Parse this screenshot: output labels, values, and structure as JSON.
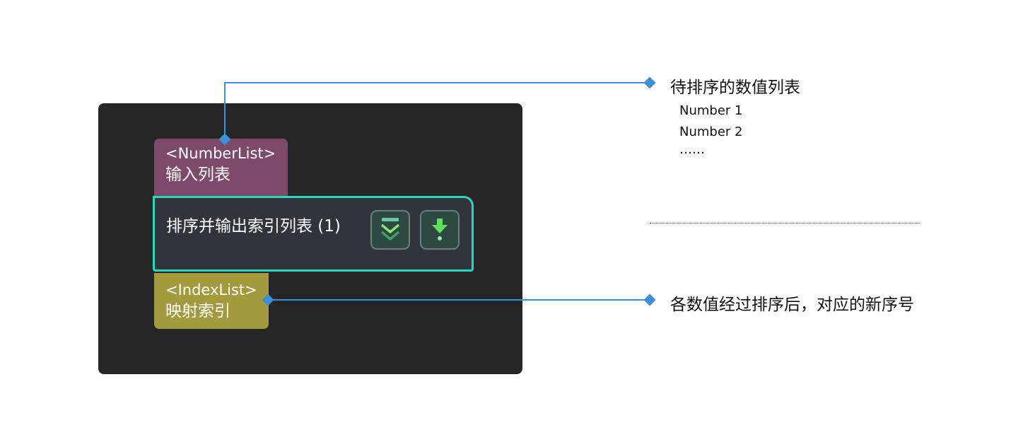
{
  "input_port": {
    "type": "<NumberList>",
    "label": "输入列表"
  },
  "step": {
    "title": "排序并输出索引列表 (1)",
    "buttons": [
      {
        "icon": "collapse-chevrons-icon"
      },
      {
        "icon": "debug-download-icon"
      }
    ]
  },
  "output_port": {
    "type": "<IndexList>",
    "label": "映射索引"
  },
  "annotations": {
    "input": {
      "title": "待排序的数值列表",
      "items": [
        "Number 1",
        "Number 2",
        "……"
      ]
    },
    "output": {
      "title": "各数值经过排序后，对应的新序号"
    }
  },
  "colors": {
    "canvas": "#262626",
    "input_port": "#7d4a69",
    "output_port": "#a39a3d",
    "step_border": "#2ad6bc",
    "connector": "#3d8fd6"
  }
}
